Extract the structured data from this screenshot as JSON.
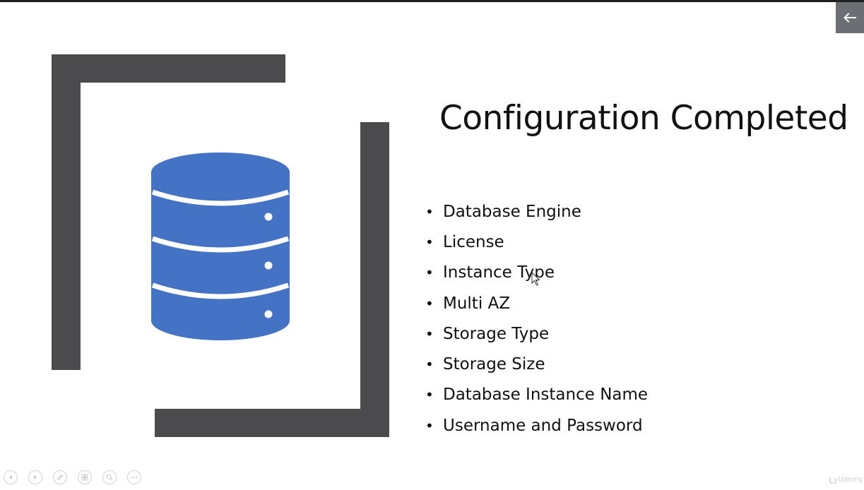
{
  "slide": {
    "title": "Configuration Completed",
    "bullet_glyph": "•",
    "bullets": [
      "Database Engine",
      "License",
      "Instance Type",
      "Multi AZ",
      "Storage Type",
      "Storage Size",
      "Database Instance Name",
      "Username and Password"
    ]
  },
  "colors": {
    "bracket": "#4b4a4d",
    "database_icon": "#4472c4",
    "back_button": "#6b6e72"
  },
  "icons": {
    "back_button": "arrow-left-icon",
    "illustration": "database-icon",
    "controls": [
      "previous-icon",
      "next-icon",
      "pen-icon",
      "slides-icon",
      "zoom-icon",
      "more-icon"
    ]
  },
  "watermark": {
    "text": "Udemy"
  }
}
